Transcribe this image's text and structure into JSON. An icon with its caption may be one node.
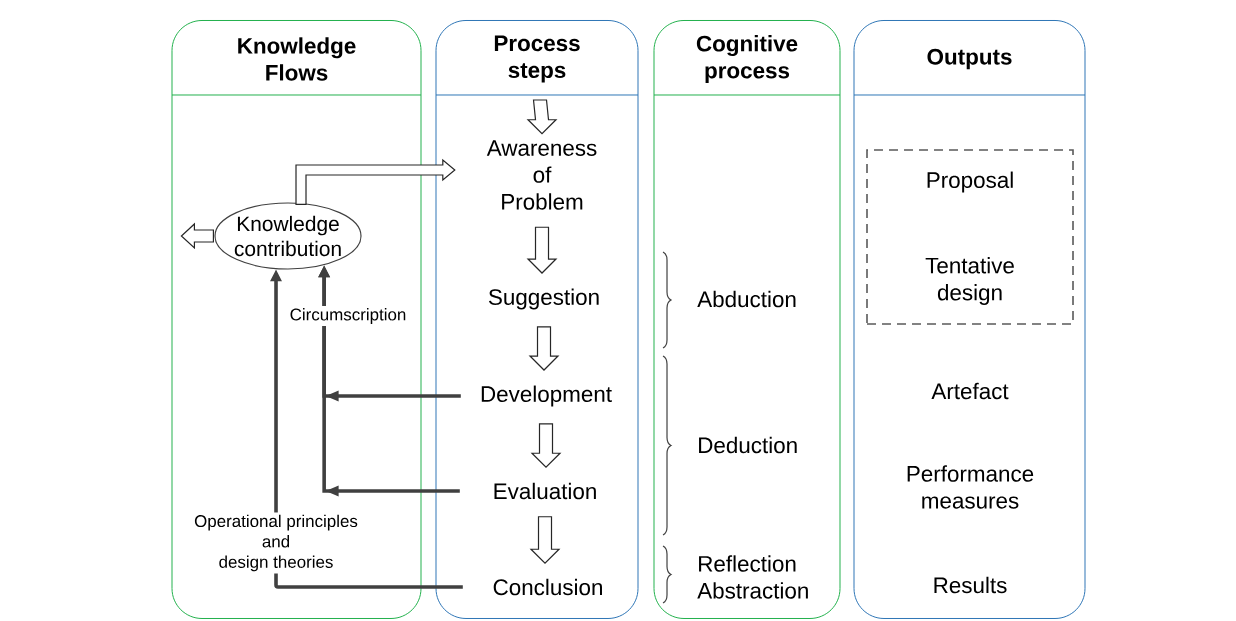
{
  "diagram": {
    "nodes": [
      {
        "text": [
          "Knowledge Flows"
        ]
      },
      {
        "text": [
          "Process steps"
        ]
      },
      {
        "text": [
          "Cognitive process"
        ]
      },
      {
        "text": [
          "Outputs"
        ]
      },
      {
        "text": [
          "Knowledge contribution"
        ],
        "in": 0
      },
      {
        "text": [
          "Awareness of Problem"
        ],
        "in": 1
      },
      {
        "text": [
          "Suggestion"
        ],
        "in": 1
      },
      {
        "text": [
          "Development"
        ],
        "in": 1
      },
      {
        "text": [
          "Evaluation"
        ],
        "in": 1
      },
      {
        "text": [
          "Conclusion"
        ],
        "in": 1
      },
      {
        "text": [
          "Operational principles and design theories"
        ],
        "in": 0
      },
      {
        "text": [
          "Proposal",
          "Tentative design"
        ],
        "in": 3
      }
    ],
    "edges": [
      {
        "from": null,
        "to": 5,
        "arrow": "to"
      },
      {
        "from": 5,
        "to": 6,
        "arrow": "to"
      },
      {
        "from": 6,
        "to": 7,
        "arrow": "to"
      },
      {
        "from": 7,
        "to": 8,
        "arrow": "to"
      },
      {
        "from": 8,
        "to": 9,
        "arrow": "to"
      },
      {
        "from": 4,
        "to": 5,
        "arrow": "to"
      },
      {
        "from": 4,
        "to": null,
        "arrow": "to"
      },
      {
        "from": 7,
        "to": 4,
        "arrow": "to",
        "label": "Circumscription",
        "color": "#404040"
      },
      {
        "from": 8,
        "to": 4,
        "arrow": "to",
        "color": "#404040"
      },
      {
        "from": 9,
        "to": 10,
        "arrow": "none",
        "color": "#404040"
      },
      {
        "from": 10,
        "to": 4,
        "arrow": "to",
        "color": "#404040"
      }
    ],
    "labels": [
      "Abduction",
      "Artefact",
      "Deduction",
      "Performance measures",
      "Reflection Abstraction",
      "Results"
    ]
  }
}
